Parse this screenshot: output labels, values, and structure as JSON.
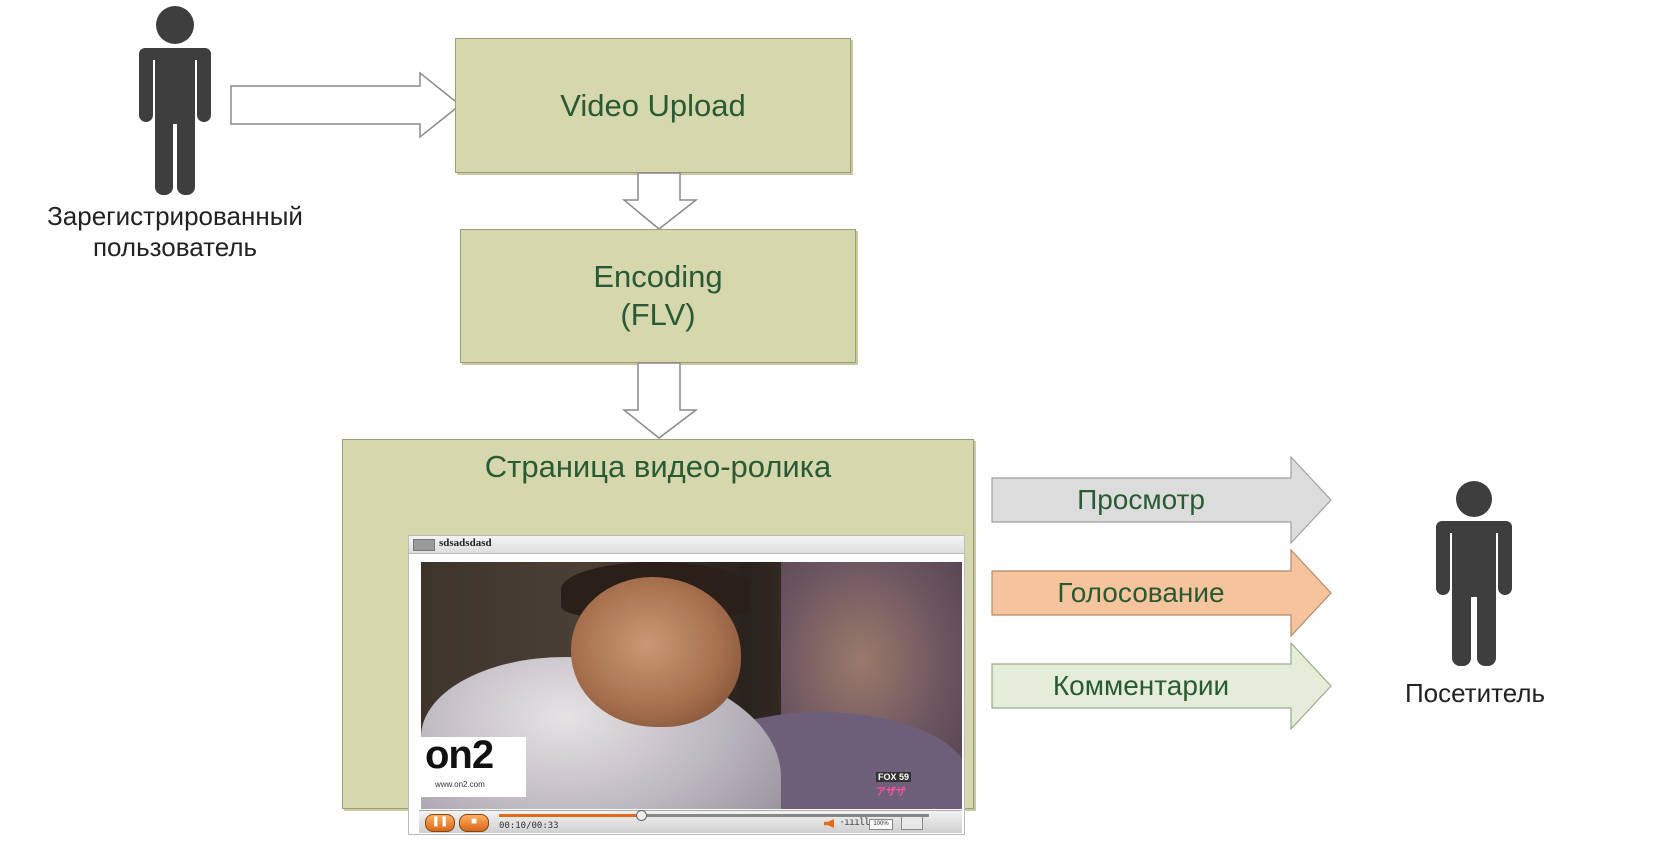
{
  "registered_user_label": "Зарегистрированный\nпользователь",
  "visitor_label": "Посетитель",
  "steps": {
    "upload": "Video Upload",
    "encoding": "Encoding\n(FLV)",
    "page": "Страница видео-ролика"
  },
  "player": {
    "title": "sdsadsdasd",
    "logo_text": "on2",
    "logo_url": "www.on2.com",
    "time": "00:10/00:33",
    "zoom": "100%",
    "progress": 0.33,
    "channel_logo_top": "FOX 59",
    "channel_logo_bottom": "アザザ"
  },
  "actions": [
    {
      "label": "Просмотр",
      "color": "#dcdcdc",
      "stroke": "#a0a0a0"
    },
    {
      "label": "Голосование",
      "color": "#f6c49c",
      "stroke": "#b08a6a"
    },
    {
      "label": "Комментарии",
      "color": "#e4edd9",
      "stroke": "#9aaa8a"
    }
  ],
  "colors": {
    "box_fill": "#d6d7ad",
    "box_text": "#2a5a33",
    "person": "#3e3e3e"
  }
}
